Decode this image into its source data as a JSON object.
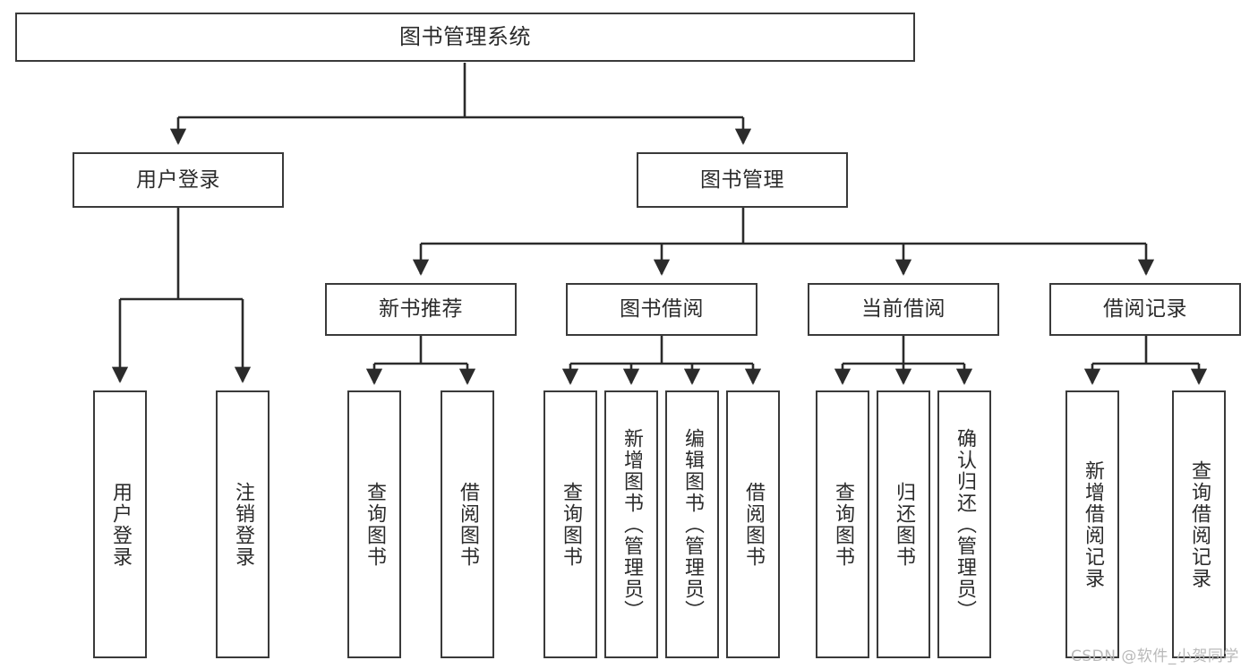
{
  "diagram": {
    "type": "tree",
    "title": "图书管理系统",
    "orientation": "top-down",
    "colors": {
      "box_border": "#3a3a3a",
      "box_fill": "#ffffff",
      "connector": "#2b2b2b",
      "text": "#2b2b2b",
      "watermark": "#b9b9b9"
    },
    "root": {
      "label": "图书管理系统"
    },
    "level2": [
      {
        "label": "用户登录"
      },
      {
        "label": "图书管理"
      }
    ],
    "level3": [
      {
        "label": "新书推荐"
      },
      {
        "label": "图书借阅"
      },
      {
        "label": "当前借阅"
      },
      {
        "label": "借阅记录"
      }
    ],
    "leaves": {
      "user_login": [
        {
          "label": "用户登录"
        },
        {
          "label": "注销登录"
        }
      ],
      "new_book_recommend": [
        {
          "label": "查询图书"
        },
        {
          "label": "借阅图书"
        }
      ],
      "book_borrow": [
        {
          "label": "查询图书"
        },
        {
          "label": "新增图书（管理员）"
        },
        {
          "label": "编辑图书（管理员）"
        },
        {
          "label": "借阅图书"
        }
      ],
      "current_borrow": [
        {
          "label": "查询图书"
        },
        {
          "label": "归还图书"
        },
        {
          "label": "确认归还（管理员）"
        }
      ],
      "borrow_record": [
        {
          "label": "新增借阅记录"
        },
        {
          "label": "查询借阅记录"
        }
      ]
    }
  },
  "watermark": {
    "text": "CSDN @软件_小贺同学"
  }
}
